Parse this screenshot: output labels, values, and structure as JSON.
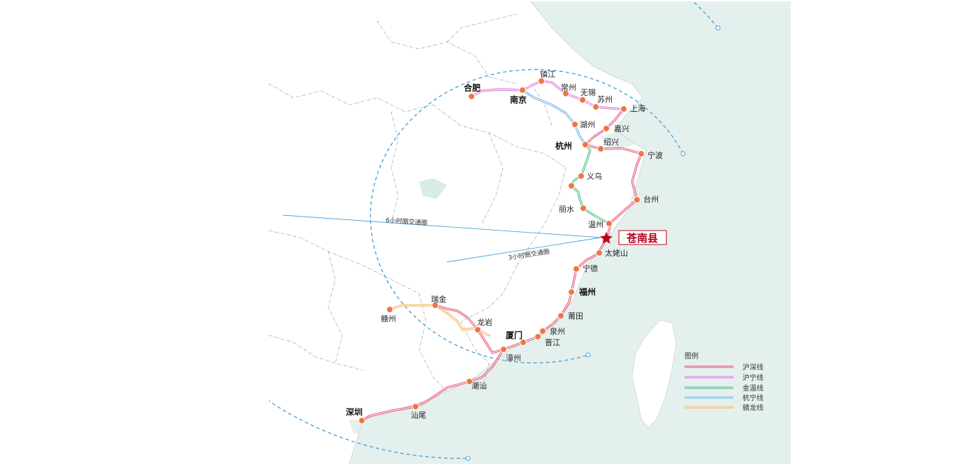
{
  "colors": {
    "hushen": "#e85a78",
    "huning": "#e07ad9",
    "jinwen": "#55c08a",
    "hangning": "#7fb6e6",
    "ganlong": "#f1b866",
    "station": "#ef7644",
    "star": "#c0001a",
    "ring": "#4aa3d8",
    "sea": "#e4f0ee"
  },
  "icons": {
    "station": "station-dot-icon",
    "highlight": "star-icon"
  },
  "rings": {
    "six_hour": "6小时圈交通圈",
    "three_hour": "3小时圈交通圈"
  },
  "highlight": {
    "label": "苍南县"
  },
  "legend": {
    "title": "图例",
    "items": [
      "沪深线",
      "沪宁线",
      "金温线",
      "杭宁线",
      "赣龙线"
    ]
  },
  "cities": {
    "hefei": "合肥",
    "nanjing": "南京",
    "zhenjiang": "镇江",
    "changzhou": "常州",
    "wuxi": "无锡",
    "suzhou": "苏州",
    "shanghai": "上海",
    "huzhou": "湖州",
    "jiaxing": "嘉兴",
    "hangzhou": "杭州",
    "shaoxing": "绍兴",
    "ningbo": "宁波",
    "yiwu": "义乌",
    "taizhou": "台州",
    "lishui": "丽水",
    "wenzhou": "温州",
    "tailaoshan": "太姥山",
    "ningde": "宁德",
    "fuzhou": "福州",
    "putian": "莆田",
    "quanzhou": "泉州",
    "jinjiang": "晋江",
    "xiamen": "厦门",
    "zhangzhou": "漳州",
    "longyan": "龙岩",
    "ruijin": "瑞金",
    "ganzhou": "赣州",
    "chaoshan": "潮汕",
    "shanwei": "汕尾",
    "shenzhen": "深圳"
  }
}
